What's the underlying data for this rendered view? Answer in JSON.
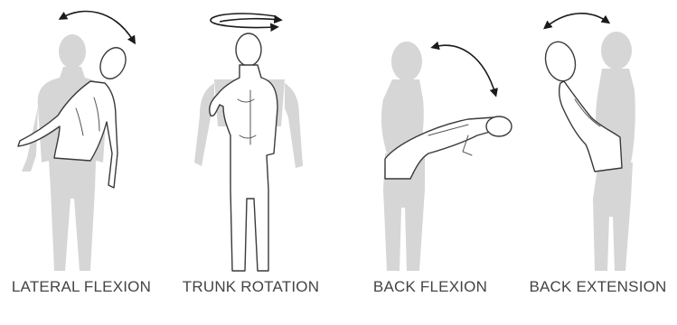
{
  "panels": [
    {
      "label": "LATERAL FLEXION"
    },
    {
      "label": "TRUNK ROTATION"
    },
    {
      "label": "BACK FLEXION"
    },
    {
      "label": "BACK EXTENSION"
    }
  ]
}
